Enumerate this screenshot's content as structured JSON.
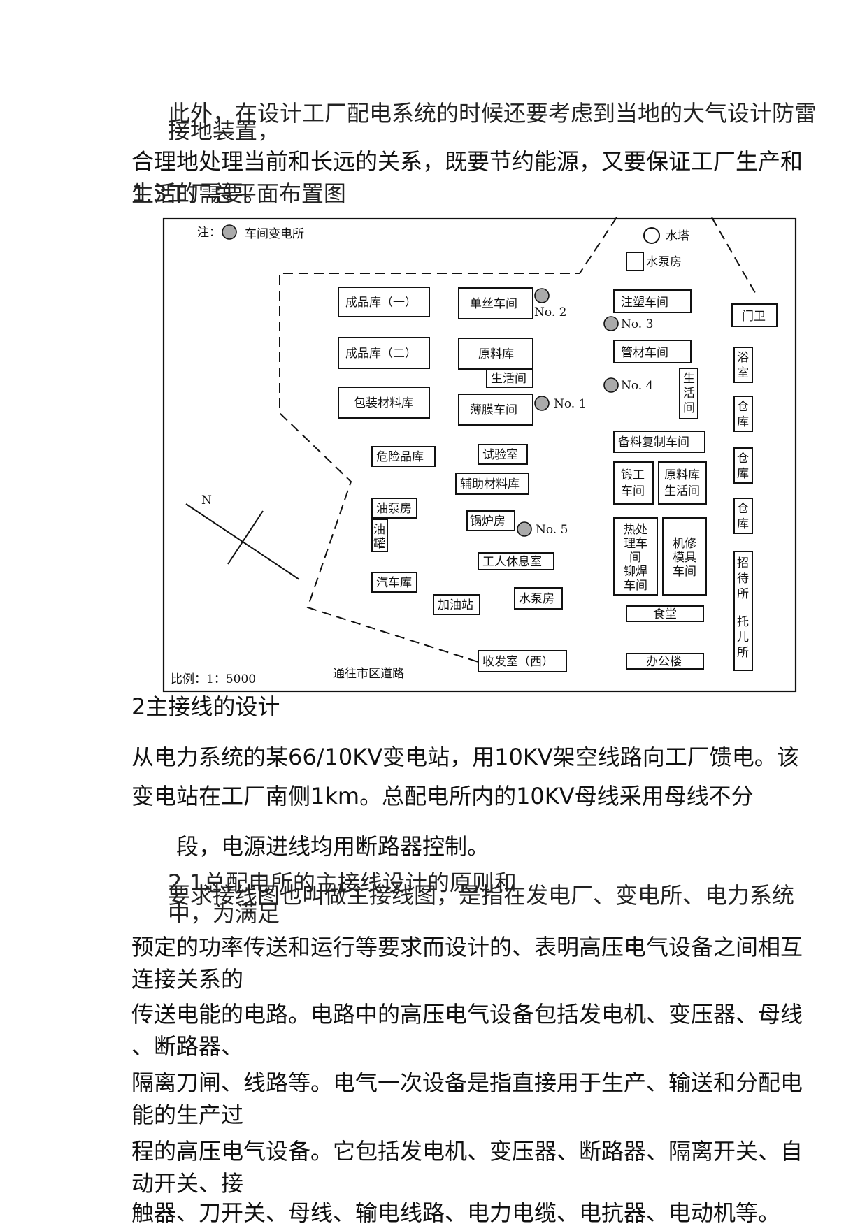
{
  "top": {
    "line1": "此外，在设计工厂配电系统的时候还要考虑到当地的大气设计防雷",
    "line1b": "接地装置，",
    "line2": "合理地处理当前和长远的关系，既要节约能源，又要保证工厂生产和",
    "line3a": "生活的需要。",
    "line3b": "1.3工厂总平面布置图"
  },
  "plan": {
    "note_prefix": "注：",
    "note_label": "车间变电所",
    "water_tower": "水塔",
    "pump_house_top": "水泵房",
    "gate": "门卫",
    "finished_1": "成品库（一）",
    "finished_2": "成品库（二）",
    "packaging": "包装材料库",
    "hazardous": "危险品库",
    "oil_pump": "油泵房",
    "oil_tank": "油罐",
    "garage": "汽车库",
    "filling": "加油站",
    "mono_workshop": "单丝车间",
    "raw_store": "原料库",
    "living_1": "生活间",
    "film_workshop": "薄膜车间",
    "lab": "试验室",
    "aux_store": "辅助材料库",
    "boiler": "锅炉房",
    "rest_room": "工人休息室",
    "pump_house_bottom": "水泵房",
    "mail_room": "收发室（西）",
    "injection": "注塑车间",
    "pipe": "管材车间",
    "living_2": "生活间",
    "prep": "备料复制车间",
    "forge": "锻工车间",
    "raw_living": "原料库生活间",
    "heat_treat": "热处理车间铆焊车间",
    "mould": "机修模具车间",
    "canteen": "食堂",
    "office": "办公楼",
    "bath": "浴室",
    "warehouse_1": "仓库",
    "warehouse_2": "仓库",
    "warehouse_3": "仓库",
    "guest_house": "招待所",
    "nursery": "托儿所",
    "no1": "No. 1",
    "no2": "No. 2",
    "no3": "No. 3",
    "no4": "No. 4",
    "no5": "No. 5",
    "north": "N",
    "scale": "比例：1：5000",
    "road": "通往市区道路"
  },
  "body": {
    "h2": "2主接线的设计",
    "p1": "从电力系统的某66/10KV变电站，用10KV架空线路向工厂馈电。该",
    "p2": "变电站在工厂南侧1km。总配电所内的10KV母线采用母线不分",
    "p3": "段，电源进线均用断路器控制。",
    "h21a": "2.1总配电所的主接线设计的原则和",
    "h21b": "要求接线图也叫做主接线图，是指在发电厂、变电所、电力系统",
    "h21c": "中，为满足",
    "l1": "预定的功率传送和运行等要求而设计的、表明高压电气设备之间相互",
    "l1b": "连接关系的",
    "l2": "传送电能的电路。电路中的高压电气设备包括发电机、变压器、母线",
    "l2b": "、断路器、",
    "l3": "隔离刀闸、线路等。电气一次设备是指直接用于生产、输送和分配电",
    "l3b": "能的生产过",
    "l4": "程的高压电气设备。它包括发电机、变压器、断路器、隔离开关、自",
    "l4b": "动开关、接",
    "l5": "触器、刀开关、母线、输电线路、电力电缆、电抗器、电动机等。"
  }
}
